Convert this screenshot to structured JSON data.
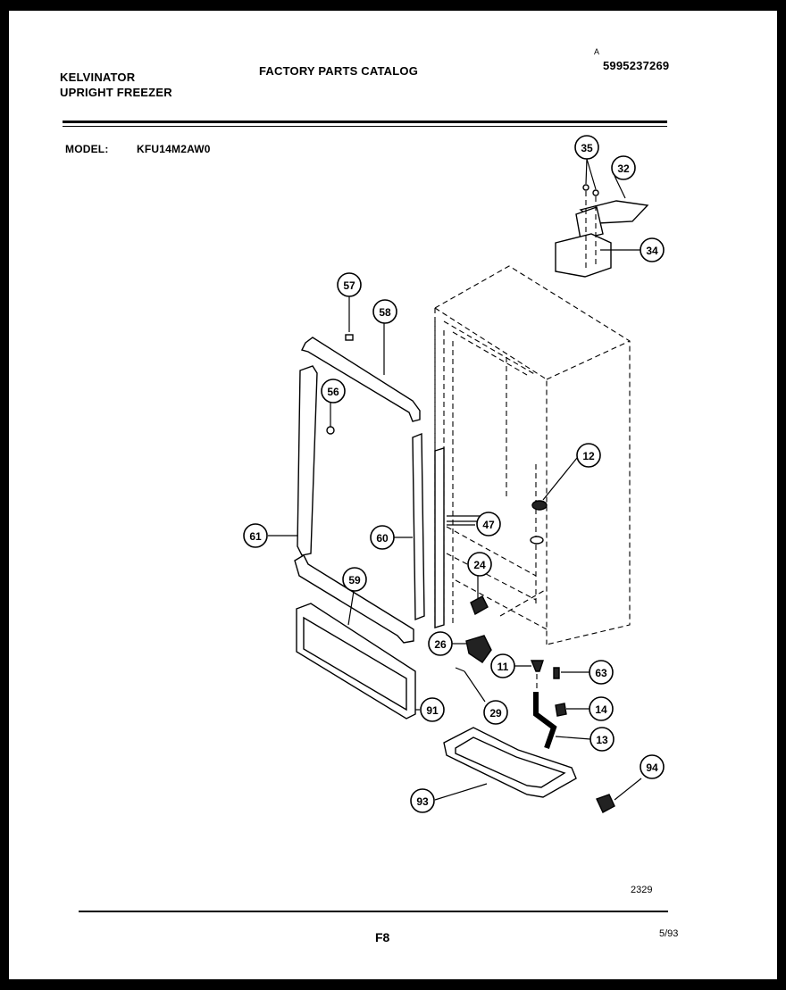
{
  "header": {
    "brand_line1": "KELVINATOR",
    "brand_line2": "UPRIGHT FREEZER",
    "catalog_title": "FACTORY PARTS CATALOG",
    "catalog_number": "5995237269",
    "corner_mark": "A",
    "model_label": "MODEL:",
    "model_value": "KFU14M2AW0"
  },
  "diagram": {
    "callouts": [
      "35",
      "32",
      "34",
      "57",
      "58",
      "56",
      "12",
      "61",
      "60",
      "47",
      "24",
      "59",
      "26",
      "11",
      "63",
      "14",
      "13",
      "91",
      "29",
      "94",
      "93"
    ]
  },
  "footer": {
    "drawing_number": "2329",
    "page_label": "F8",
    "date": "5/93"
  }
}
